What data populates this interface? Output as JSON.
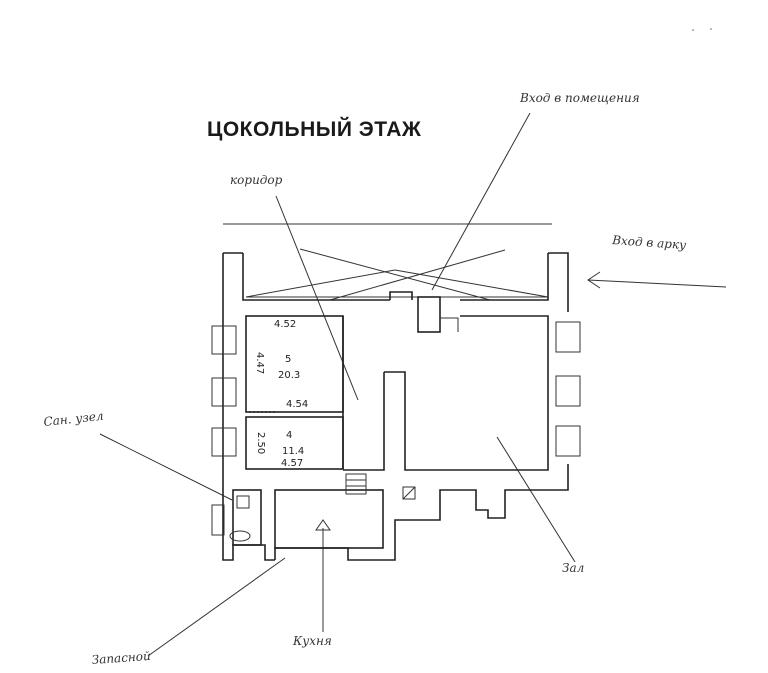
{
  "title": "ЦОКОЛЬНЫЙ ЭТАЖ",
  "labels": {
    "entrance_stairs": "Вход в помещения",
    "entrance_arch": "Вход в арку",
    "corridor": "коридор",
    "sanitary": "Сан. узел",
    "hall": "Зал",
    "kitchen": "Кухня",
    "emergency_exit": "Запасной"
  },
  "rooms": [
    {
      "number": "5",
      "area": "20.3",
      "width_top": "4.52",
      "width_bottom": "4.54",
      "depth": "4.47"
    },
    {
      "number": "4",
      "area": "11.4",
      "width_bottom": "4.57",
      "depth": "2.50"
    }
  ]
}
